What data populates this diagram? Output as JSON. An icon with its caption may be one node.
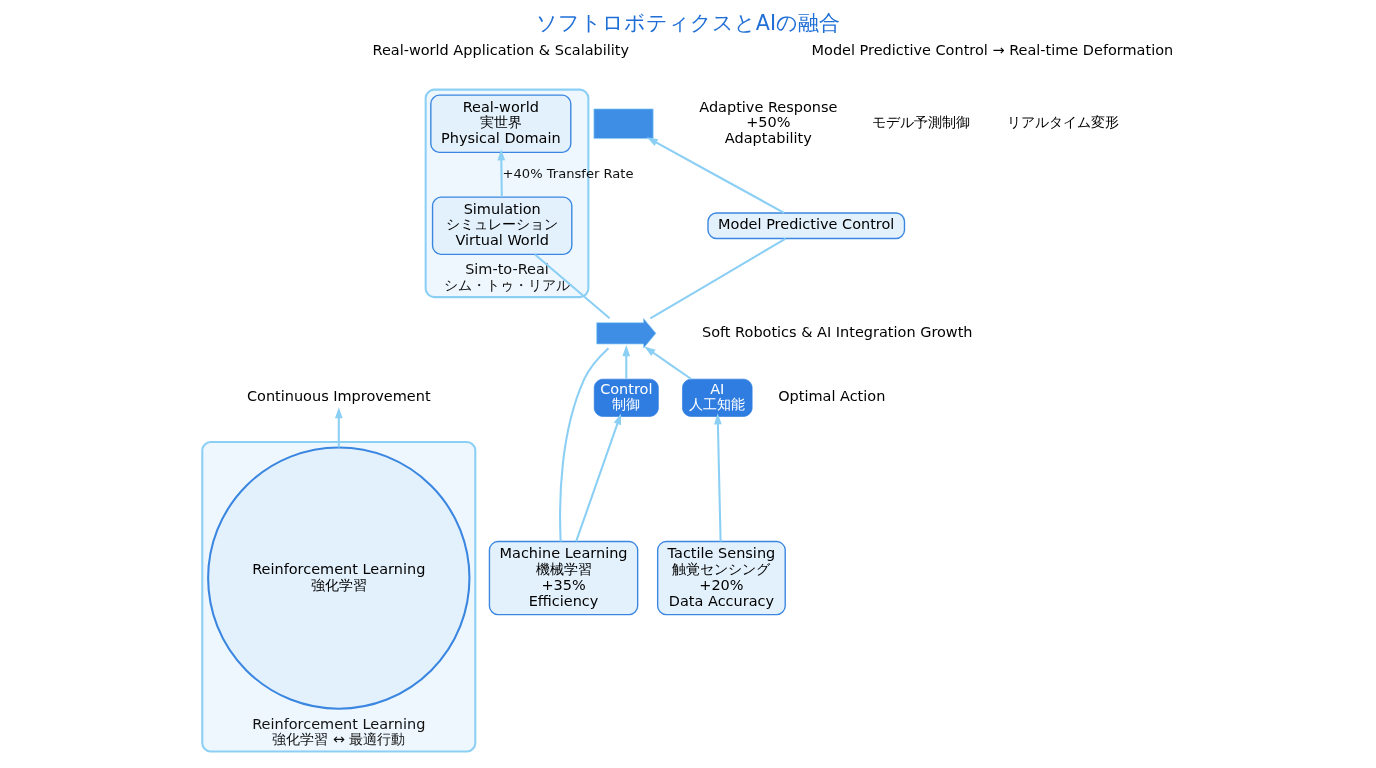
{
  "diagram": {
    "title": "ソフトロボティクスとAIの融合",
    "nodes": [
      {
        "text": [
          "Reinforcement Learning",
          "強化学習 ↔ 最適行動"
        ]
      },
      {
        "text": [
          "Reinforcement Learning",
          "強化学習"
        ],
        "in": 0
      },
      {
        "text": [
          "Continuous Improvement"
        ]
      },
      {
        "text": [],
        "shape": "arrow",
        "beside": [
          "Soft Robotics & AI Integration Growth"
        ]
      },
      {
        "text": [
          "Sim-to-Real",
          "シム・トゥ・リアル"
        ],
        "beside": [
          "Real-world Application & Scalability"
        ]
      },
      {
        "text": [
          "Simulation",
          "シミュレーション",
          "Virtual World"
        ],
        "in": 4
      },
      {
        "text": [
          "Real-world",
          "実世界",
          "Physical Domain"
        ],
        "in": 4
      },
      {
        "text": [
          "Model Predictive Control"
        ]
      },
      {
        "text": [],
        "shape": "box",
        "beside": [
          "Adaptive Response",
          "+50%",
          "Adaptability"
        ]
      },
      {
        "text": [
          "Machine Learning",
          "機械学習",
          "+35%",
          "Efficiency"
        ]
      },
      {
        "text": [
          "Control",
          "制御"
        ]
      },
      {
        "text": [
          "AI",
          "人工知能"
        ]
      },
      {
        "text": [
          "Tactile Sensing",
          "触覚センシング",
          "+20%",
          "Data Accuracy"
        ]
      }
    ],
    "edges": [
      {
        "from": 1,
        "to": 2,
        "arrow": "to"
      },
      {
        "from": 9,
        "to": 3,
        "arrow": "none"
      },
      {
        "from": 9,
        "to": 10,
        "arrow": "to"
      },
      {
        "from": 10,
        "to": 3,
        "arrow": "to"
      },
      {
        "from": 12,
        "to": 11,
        "arrow": "to"
      },
      {
        "from": 11,
        "to": 3,
        "arrow": "to"
      },
      {
        "from": 3,
        "to": 5,
        "arrow": "none"
      },
      {
        "from": 5,
        "to": 6,
        "arrow": "to",
        "label": "+40% Transfer Rate"
      },
      {
        "from": 3,
        "to": 7,
        "arrow": "none"
      },
      {
        "from": 7,
        "to": 8,
        "arrow": "to"
      }
    ],
    "labels": [
      "Optimal Action",
      "Model Predictive Control → Real-time Deformation",
      "モデル予測制御",
      "リアルタイム変形"
    ]
  }
}
